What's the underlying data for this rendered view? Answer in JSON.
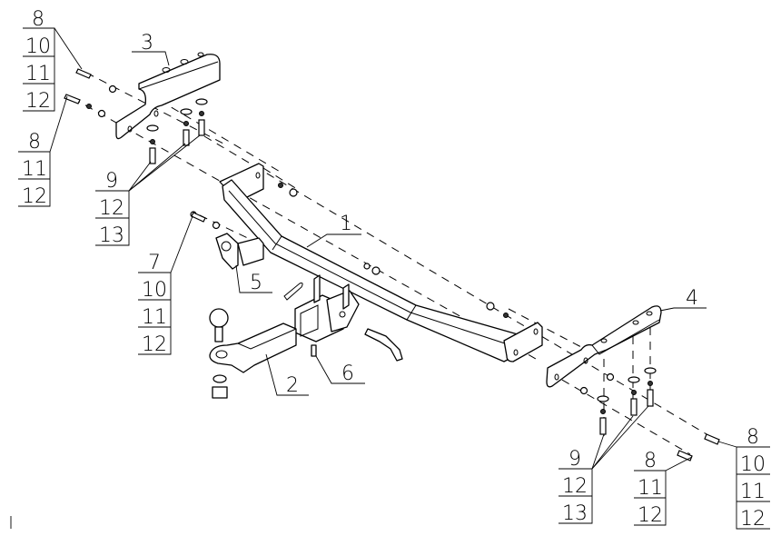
{
  "drawing": {
    "title": "Tow hitch exploded assembly",
    "parts": {
      "p1": "1",
      "p2": "2",
      "p3": "3",
      "p4": "4",
      "p5": "5",
      "p6": "6"
    },
    "callouts": {
      "top_left_a": [
        "8",
        "10",
        "11",
        "12"
      ],
      "top_left_b": [
        "8",
        "11",
        "12"
      ],
      "left_bolts": [
        "9",
        "12",
        "13"
      ],
      "socket_bolt": [
        "7",
        "10",
        "11",
        "12"
      ],
      "bottom_right_bolts": [
        "9",
        "12",
        "13"
      ],
      "bottom_right_b": [
        "8",
        "11",
        "12"
      ],
      "bottom_right_a": [
        "8",
        "10",
        "11",
        "12"
      ]
    },
    "line_color": "#000000",
    "background": "#ffffff"
  }
}
